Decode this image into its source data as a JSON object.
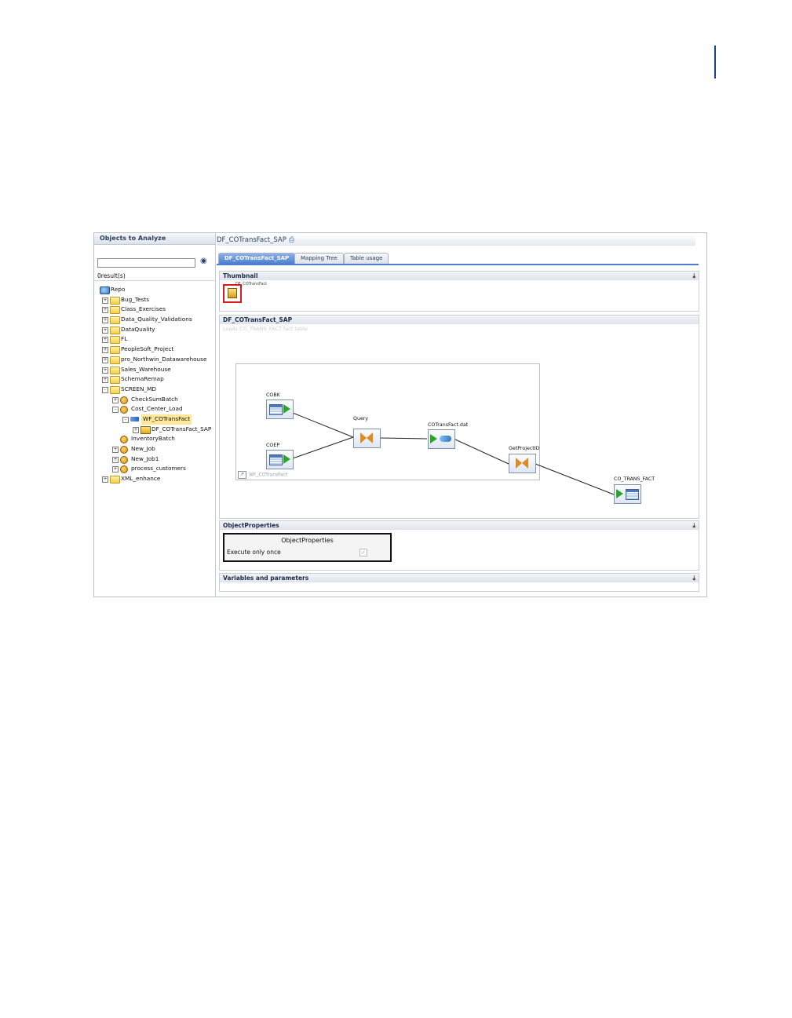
{
  "left_panel": {
    "title": "Objects to Analyze",
    "search": {
      "value": "",
      "placeholder": ""
    },
    "result_count": "0result(s)",
    "tree": [
      {
        "label": "Repo",
        "icon": "repository-icon",
        "depth": 0,
        "expander": ""
      },
      {
        "label": "Bug_Tests",
        "icon": "folder-icon",
        "depth": 1,
        "expander": "+"
      },
      {
        "label": "Class_Exercises",
        "icon": "folder-icon",
        "depth": 1,
        "expander": "+"
      },
      {
        "label": "Data_Quality_Validations",
        "icon": "folder-icon",
        "depth": 1,
        "expander": "+"
      },
      {
        "label": "DataQuality",
        "icon": "folder-icon",
        "depth": 1,
        "expander": "+"
      },
      {
        "label": "FL",
        "icon": "folder-icon",
        "depth": 1,
        "expander": "+"
      },
      {
        "label": "PeopleSoft_Project",
        "icon": "folder-icon",
        "depth": 1,
        "expander": "+"
      },
      {
        "label": "pro_Northwin_Datawarehouse",
        "icon": "folder-icon",
        "depth": 1,
        "expander": "+"
      },
      {
        "label": "Sales_Warehouse",
        "icon": "folder-icon",
        "depth": 1,
        "expander": "+"
      },
      {
        "label": "SchemaRemap",
        "icon": "folder-icon",
        "depth": 1,
        "expander": "+"
      },
      {
        "label": "SCREEN_MD",
        "icon": "folder-icon",
        "depth": 1,
        "expander": "-"
      },
      {
        "label": "CheckSumBatch",
        "icon": "job-icon",
        "depth": 2,
        "expander": "+"
      },
      {
        "label": "Cost_Center_Load",
        "icon": "job-icon",
        "depth": 2,
        "expander": "-"
      },
      {
        "label": "WF_COTransFact",
        "icon": "workflow-icon",
        "depth": 3,
        "expander": "-",
        "selected": true
      },
      {
        "label": "DF_COTransFact_SAP",
        "icon": "dataflow-icon",
        "depth": 4,
        "expander": "+"
      },
      {
        "label": "InventoryBatch",
        "icon": "job-icon",
        "depth": 2,
        "expander": ""
      },
      {
        "label": "New_Job",
        "icon": "job-icon",
        "depth": 2,
        "expander": "+"
      },
      {
        "label": "New_Job1",
        "icon": "job-icon",
        "depth": 2,
        "expander": "+"
      },
      {
        "label": "process_customers",
        "icon": "job-icon",
        "depth": 2,
        "expander": "+"
      },
      {
        "label": "XML_enhance",
        "icon": "folder-icon",
        "depth": 1,
        "expander": "+"
      }
    ]
  },
  "right_panel": {
    "title": "DF_COTransFact_SAP",
    "tabs": [
      {
        "label": "DF_COTransFact_SAP",
        "active": true
      },
      {
        "label": "Mapping Tree",
        "active": false
      },
      {
        "label": "Table usage",
        "active": false
      }
    ],
    "thumbnail": {
      "heading": "Thumbnail",
      "icon_label": "DF_COTransFact"
    },
    "dataflow": {
      "heading": "DF_COTransFact_SAP",
      "description": "Loads CO_TRANS_FACT fact table",
      "footer": "WF_COTransFact",
      "nodes": [
        {
          "label": "COBK",
          "type": "source-table"
        },
        {
          "label": "COEP",
          "type": "source-table"
        },
        {
          "label": "Query",
          "type": "query"
        },
        {
          "label": "COTransFact.dat",
          "type": "file"
        },
        {
          "label": "GetProjectID",
          "type": "query"
        },
        {
          "label": "CO_TRANS_FACT",
          "type": "target-table"
        }
      ]
    },
    "object_properties": {
      "heading": "ObjectProperties",
      "box_title": "ObjectProperties",
      "row_label": "Execute only once",
      "checked": true
    },
    "variables": {
      "heading": "Variables and parameters"
    }
  },
  "colors": {
    "accent": "#4d7fd0",
    "selection": "#ffe79a",
    "highlight": "#d31f1f",
    "query_icon": "#e38a1e",
    "source_arrow": "#2aa52a"
  }
}
